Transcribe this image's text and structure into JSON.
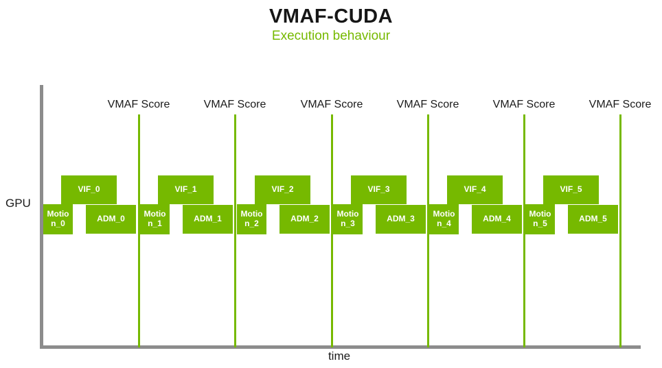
{
  "header": {
    "title": "VMAF-CUDA",
    "subtitle": "Execution behaviour"
  },
  "axes": {
    "y_label": "GPU",
    "x_label": "time"
  },
  "colors": {
    "nvidia_green": "#76B900",
    "axis_gray": "#8C8C8C",
    "text_dark": "#1A1A1A",
    "box_text": "#FFFFFF",
    "background": "#FFFFFF"
  },
  "timeline": {
    "row_label": "GPU",
    "groups": [
      {
        "motion": "Motion_0",
        "vif": "VIF_0",
        "adm": "ADM_0",
        "score_label": "VMAF Score"
      },
      {
        "motion": "Motion_1",
        "vif": "VIF_1",
        "adm": "ADM_1",
        "score_label": "VMAF Score"
      },
      {
        "motion": "Motion_2",
        "vif": "VIF_2",
        "adm": "ADM_2",
        "score_label": "VMAF Score"
      },
      {
        "motion": "Motion_3",
        "vif": "VIF_3",
        "adm": "ADM_3",
        "score_label": "VMAF Score"
      },
      {
        "motion": "Motion_4",
        "vif": "VIF_4",
        "adm": "ADM_4",
        "score_label": "VMAF Score"
      },
      {
        "motion": "Motion_5",
        "vif": "VIF_5",
        "adm": "ADM_5",
        "score_label": "VMAF Score"
      }
    ]
  }
}
